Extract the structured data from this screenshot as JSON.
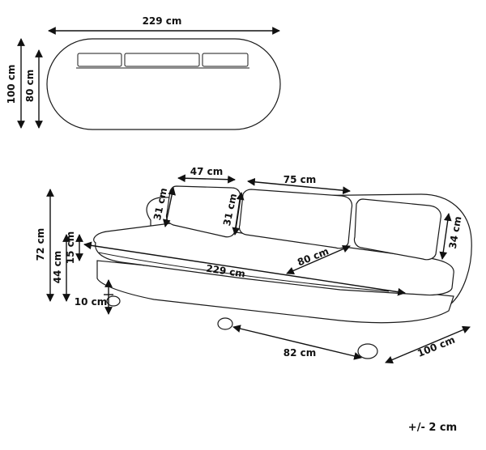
{
  "top_view": {
    "width_label": "229 cm",
    "depth_outer_label": "100 cm",
    "depth_seat_label": "80 cm"
  },
  "front_view": {
    "cushion_side_width_label": "47 cm",
    "cushion_center_width_label": "75 cm",
    "cushion_left_height_label": "31 cm",
    "cushion_center_height_label": "31 cm",
    "cushion_right_height_label": "34 cm",
    "total_height_label": "72 cm",
    "seat_height_label": "44 cm",
    "seat_thickness_label": "15 cm",
    "leg_height_label": "10 cm",
    "seat_width_label": "229 cm",
    "seat_depth_label": "80 cm",
    "base_width_label": "82 cm",
    "total_depth_label": "100 cm"
  },
  "tolerance_label": "+/- 2 cm",
  "colors": {
    "line": "#1a1a1a",
    "background": "#ffffff"
  }
}
